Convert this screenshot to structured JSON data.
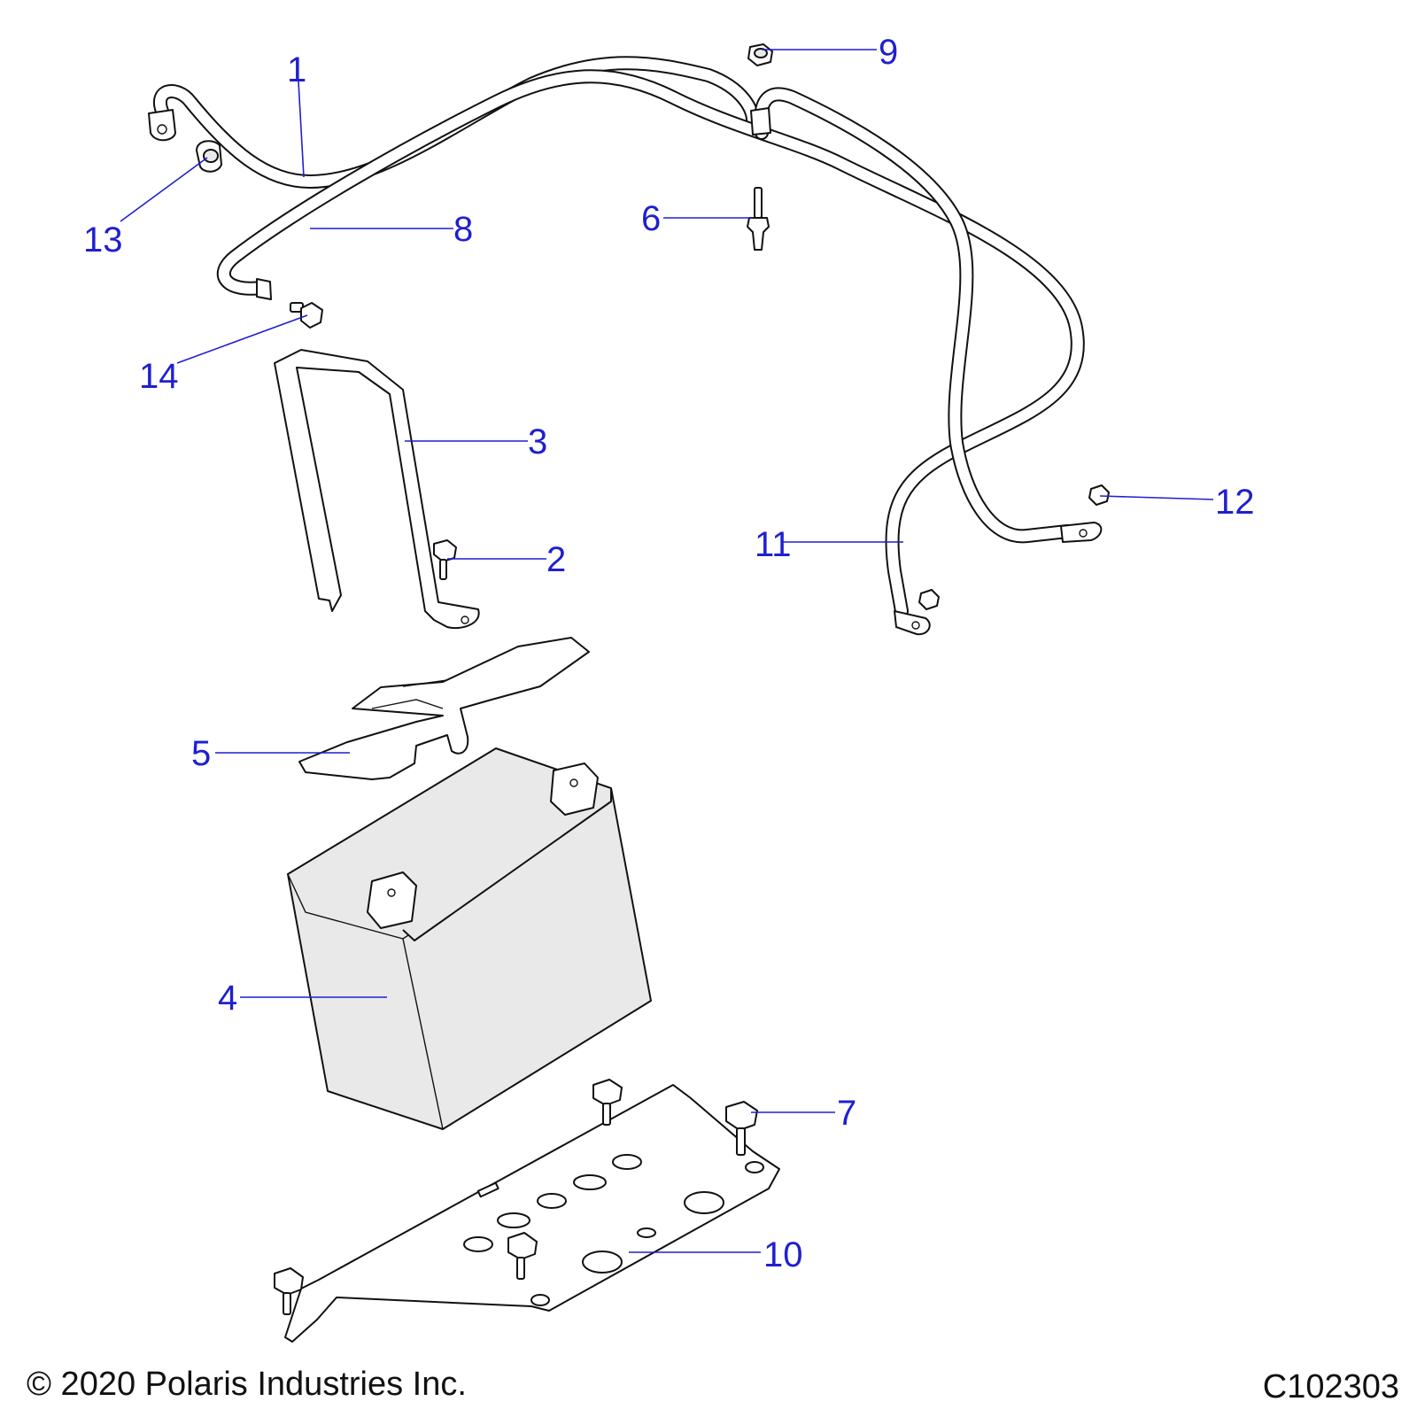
{
  "callouts": {
    "c1": "1",
    "c2": "2",
    "c3": "3",
    "c4": "4",
    "c5": "5",
    "c6": "6",
    "c7": "7",
    "c8": "8",
    "c9": "9",
    "c10": "10",
    "c11": "11",
    "c12": "12",
    "c13": "13",
    "c14": "14"
  },
  "footer": {
    "copyright": "© 2020 Polaris Industries Inc.",
    "drawing_id": "C102303"
  },
  "colors": {
    "callout": "#1f1fd0",
    "line_art": "#111111",
    "battery_fill": "#e9e9e9"
  }
}
